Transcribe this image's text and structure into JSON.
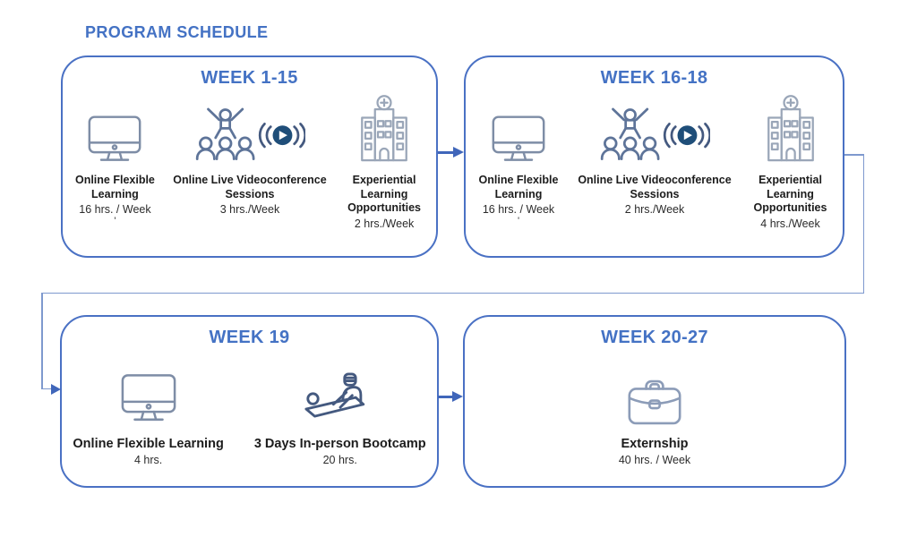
{
  "title": "PROGRAM SCHEDULE",
  "colors": {
    "accent": "#4472c4",
    "box_border": "#4a71c4",
    "connector": "#7e99ce",
    "arrow": "#4066ba",
    "icon_monitor": "#7e8da6",
    "icon_people": "#5e7499",
    "icon_hospital": "#9aa6b8",
    "icon_bootcamp": "#44597f",
    "icon_briefcase": "#8c9cb8",
    "play_button": "#1f4e79",
    "text": "#1c1c1c"
  },
  "boxes": [
    {
      "id": "week-1-15",
      "title": "WEEK 1-15",
      "activities": [
        {
          "icon": "monitor-icon",
          "label": "Online Flexible Learning",
          "hours": "16 hrs. / Week",
          "note": "'"
        },
        {
          "icon": "videoconference-icon",
          "label": "Online Live Videoconference Sessions",
          "hours": "3 hrs./Week"
        },
        {
          "icon": "hospital-icon",
          "label": "Experiential Learning Opportunities",
          "hours": "2 hrs./Week"
        }
      ]
    },
    {
      "id": "week-16-18",
      "title": "WEEK 16-18",
      "activities": [
        {
          "icon": "monitor-icon",
          "label": "Online Flexible Learning",
          "hours": "16 hrs. / Week",
          "note": "'"
        },
        {
          "icon": "videoconference-icon",
          "label": "Online Live Videoconference Sessions",
          "hours": "2 hrs./Week"
        },
        {
          "icon": "hospital-icon",
          "label": "Experiential Learning Opportunities",
          "hours": "4 hrs./Week"
        }
      ]
    },
    {
      "id": "week-19",
      "title": "WEEK 19",
      "activities": [
        {
          "icon": "monitor-icon",
          "label": "Online Flexible Learning",
          "hours": "4 hrs."
        },
        {
          "icon": "bootcamp-icon",
          "label": "3 Days In-person Bootcamp",
          "hours": "20 hrs."
        }
      ]
    },
    {
      "id": "week-20-27",
      "title": "WEEK 20-27",
      "activities": [
        {
          "icon": "briefcase-icon",
          "label": "Externship",
          "hours": "40 hrs. / Week"
        }
      ]
    }
  ]
}
